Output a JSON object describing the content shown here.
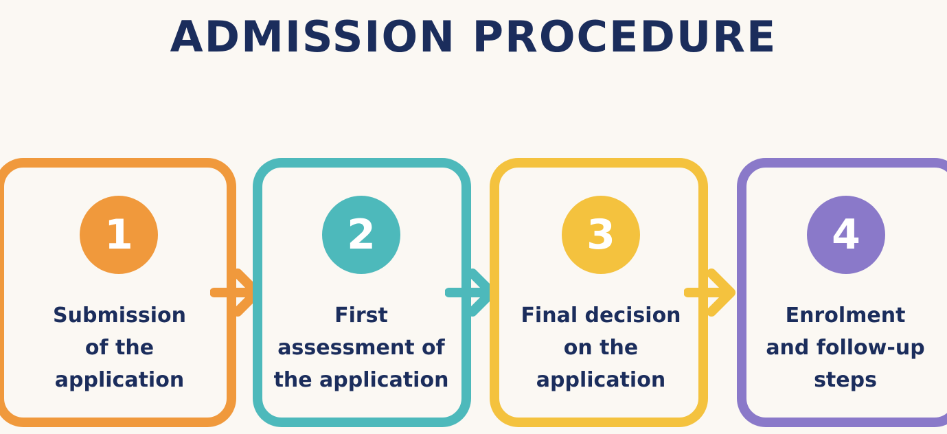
{
  "title": "ADMISSION PROCEDURE",
  "steps": [
    {
      "number": "1",
      "lines": [
        "Submission",
        "of the",
        "application"
      ],
      "color": "#f0993c"
    },
    {
      "number": "2",
      "lines": [
        "First",
        "assessment of",
        "the application"
      ],
      "color": "#4db9bb"
    },
    {
      "number": "3",
      "lines": [
        "Final decision",
        "on the",
        "application"
      ],
      "color": "#f4c23e"
    },
    {
      "number": "4",
      "lines": [
        "Enrolment",
        "and follow-up",
        "steps"
      ],
      "color": "#8a79c9"
    }
  ],
  "connectors": [
    {
      "icon": "arrow-right-icon",
      "color": "#f0993c"
    },
    {
      "icon": "arrow-right-icon",
      "color": "#4db9bb"
    },
    {
      "icon": "arrow-right-icon",
      "color": "#f4c23e"
    }
  ]
}
